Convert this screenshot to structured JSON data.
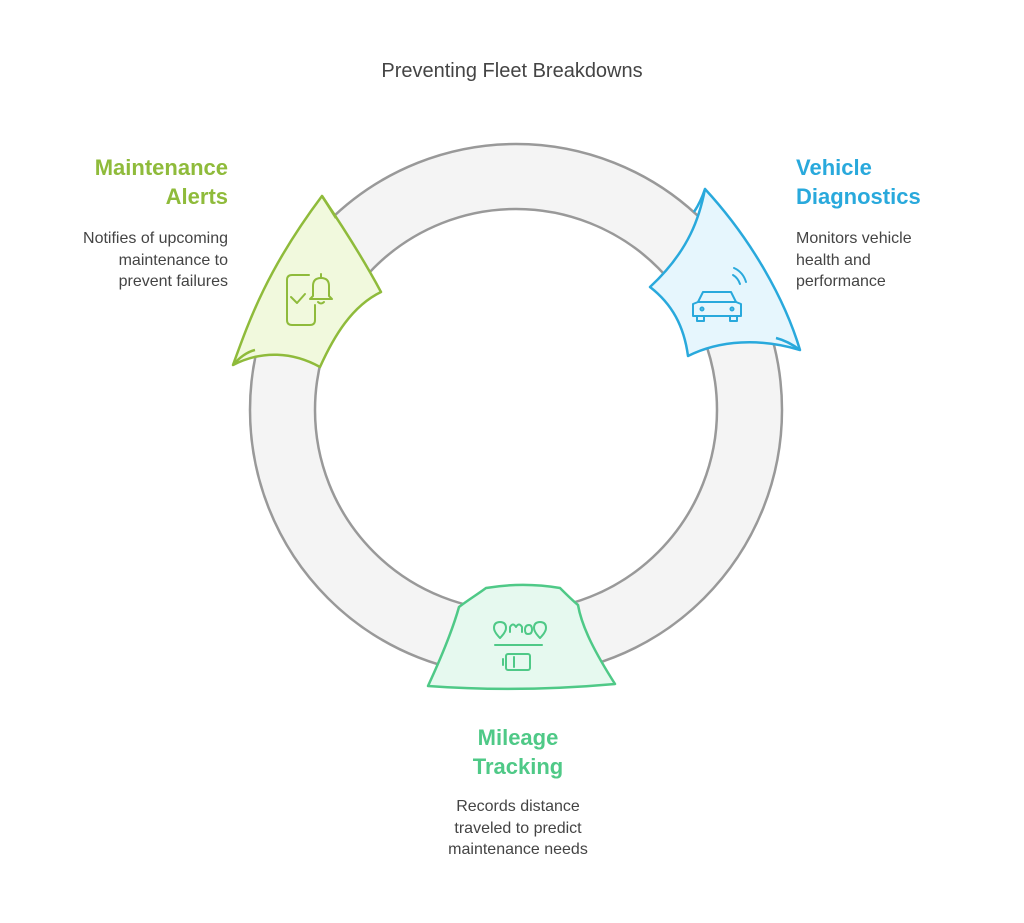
{
  "title": "Preventing Fleet Breakdowns",
  "colors": {
    "ring_fill": "#f4f4f4",
    "ring_stroke": "#999999",
    "maintenance": "#8fbb3b",
    "maintenance_fill": "#f1f9dd",
    "diagnostics": "#29a9dc",
    "diagnostics_fill": "#e6f6fd",
    "mileage": "#4fc987",
    "mileage_fill": "#e6f9ef",
    "text": "#444444"
  },
  "stages": [
    {
      "id": "maintenance",
      "heading_line1": "Maintenance",
      "heading_line2": "Alerts",
      "desc_line1": "Notifies of upcoming",
      "desc_line2": "maintenance to",
      "desc_line3": "prevent failures",
      "icon": "phone-bell-check-icon"
    },
    {
      "id": "diagnostics",
      "heading_line1": "Vehicle",
      "heading_line2": "Diagnostics",
      "desc_line1": "Monitors vehicle",
      "desc_line2": "health and",
      "desc_line3": "performance",
      "icon": "car-signal-icon"
    },
    {
      "id": "mileage",
      "heading_line1": "Mileage",
      "heading_line2": "Tracking",
      "desc_line1": "Records distance",
      "desc_line2": "traveled to predict",
      "desc_line3": "maintenance needs",
      "icon": "route-battery-icon"
    }
  ]
}
